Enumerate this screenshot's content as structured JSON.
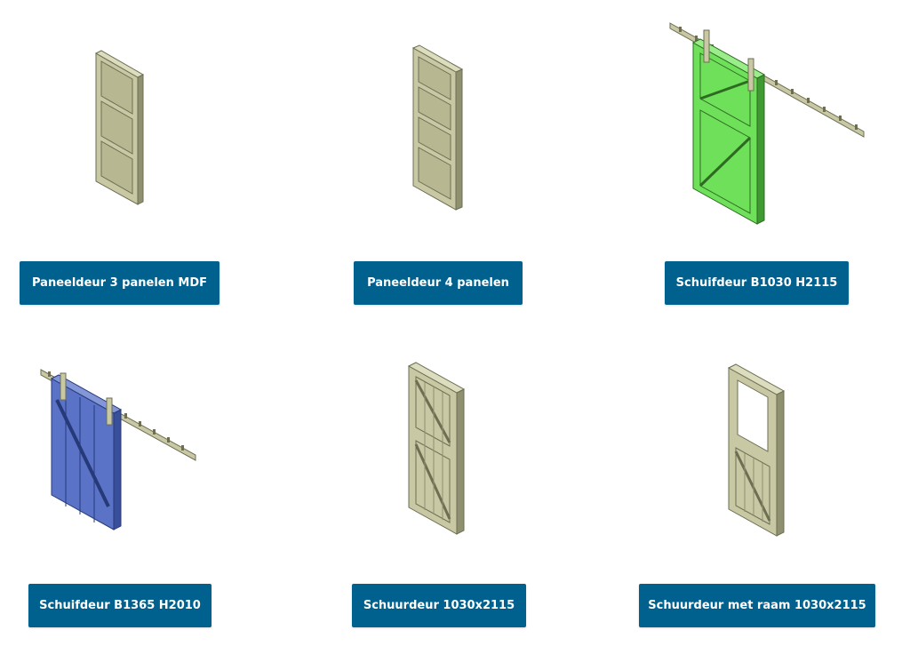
{
  "colors": {
    "button_bg": "#00618f",
    "button_text": "#ffffff",
    "wood": "#c8c9a4",
    "wood_dark": "#8f9070",
    "green_door": "#6fe05a",
    "blue_door": "#5b73c6",
    "rail": "#c8c9a4"
  },
  "products": [
    {
      "label": "Paneeldeur 3 panelen MDF",
      "icon": "panel-door-3-icon"
    },
    {
      "label": "Paneeldeur 4 panelen",
      "icon": "panel-door-4-icon"
    },
    {
      "label": "Schuifdeur B1030 H2115",
      "icon": "sliding-door-green-icon"
    },
    {
      "label": "Schuifdeur B1365 H2010",
      "icon": "sliding-door-blue-icon"
    },
    {
      "label": "Schuurdeur 1030x2115",
      "icon": "barn-door-icon"
    },
    {
      "label": "Schuurdeur met raam 1030x2115",
      "icon": "barn-door-window-icon"
    }
  ]
}
